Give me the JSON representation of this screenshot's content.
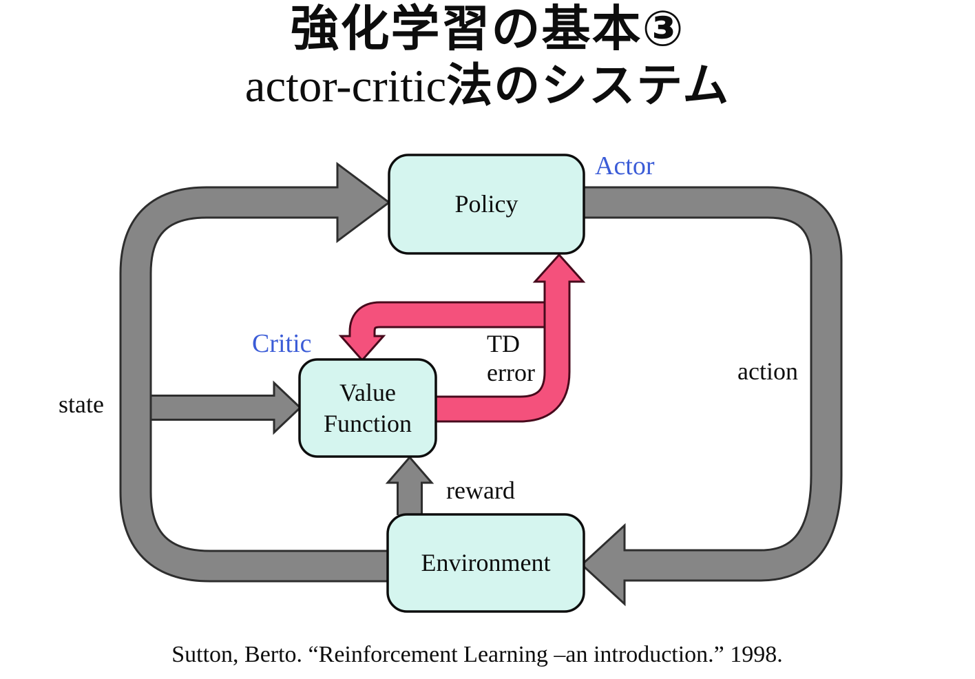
{
  "title": {
    "line1": "強化学習の基本③",
    "line2_latin": "actor-critic",
    "line2_ja": "法のシステム"
  },
  "nodes": {
    "policy": "Policy",
    "value_function": "Value Function",
    "environment": "Environment"
  },
  "labels": {
    "actor": "Actor",
    "critic": "Critic",
    "state": "state",
    "action": "action",
    "reward": "reward",
    "td_error": "TD error"
  },
  "citation": "Sutton, Berto.  “Reinforcement Learning –an introduction.” 1998.",
  "colors": {
    "node_fill": "#d5f5ef",
    "node_border": "#0d0d0d",
    "arrow_gray": "#868686",
    "arrow_gray_outline": "#2e2e2e",
    "arrow_pink": "#f4517c",
    "arrow_pink_outline": "#470a1c",
    "label_blue": "#3b5cd7",
    "text_black": "#0d0d0d",
    "bg": "#ffffff"
  }
}
